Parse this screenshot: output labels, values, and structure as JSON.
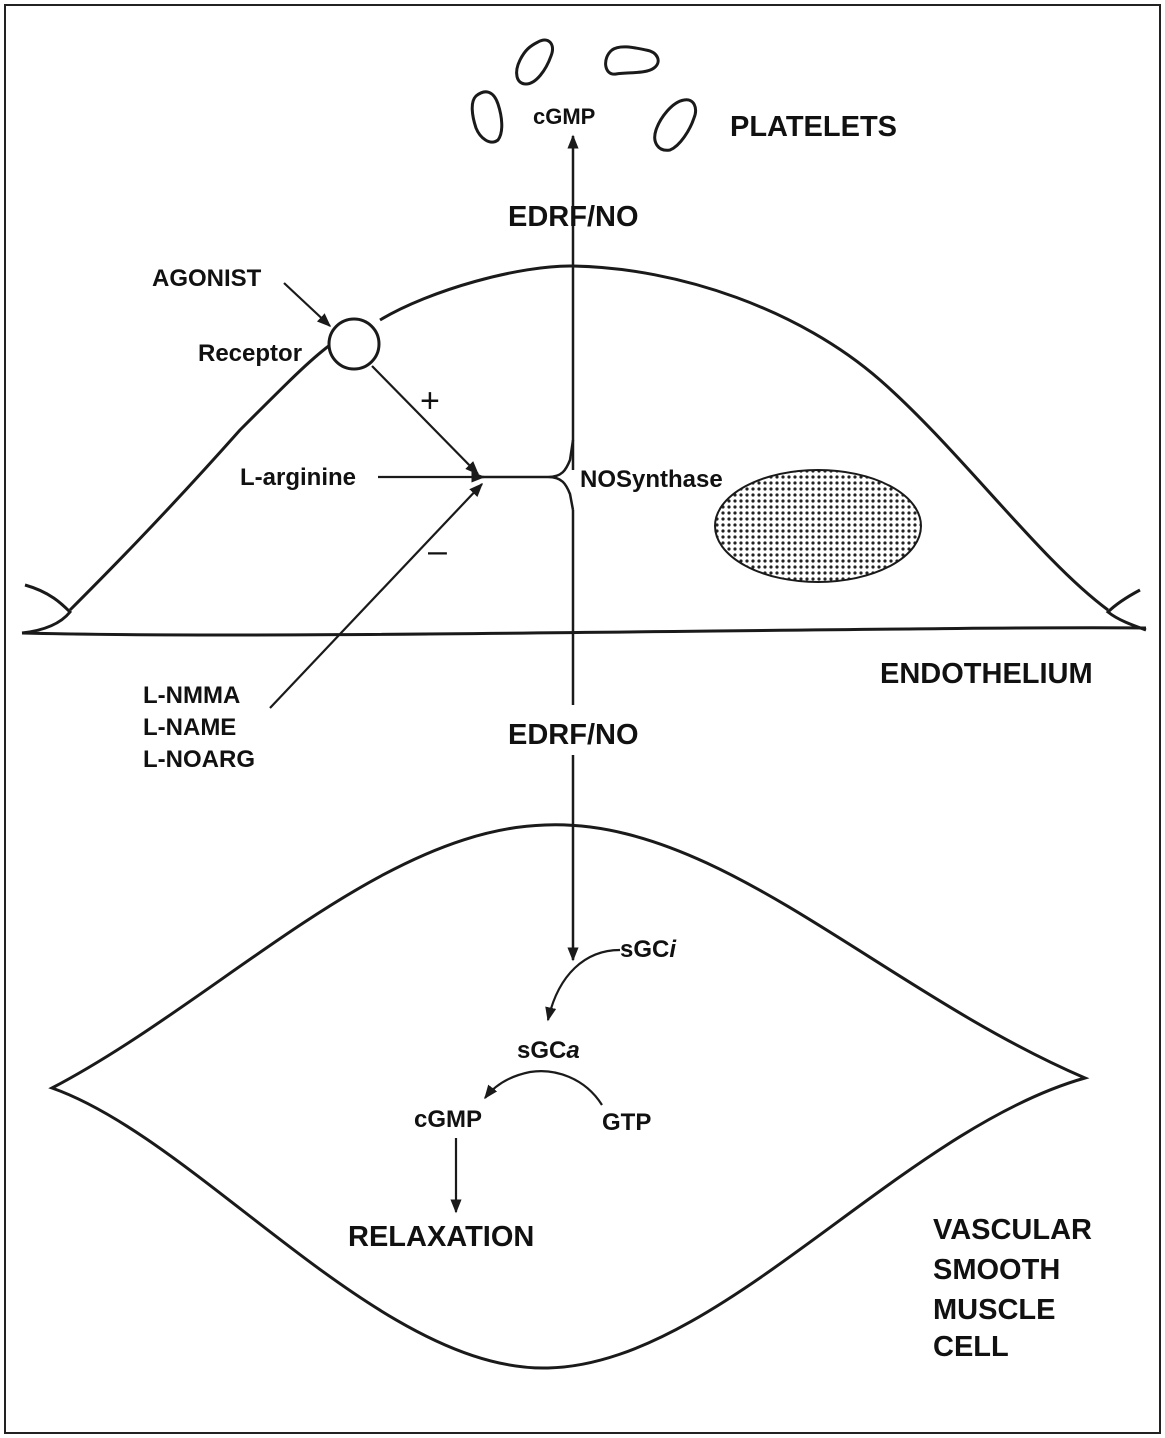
{
  "labels": {
    "cgmp_top": "cGMP",
    "platelets": "PLATELETS",
    "edrf_top": "EDRF/NO",
    "agonist": "AGONIST",
    "receptor": "Receptor",
    "plus": "+",
    "minus": "–",
    "l_arginine": "L-arginine",
    "nosynthase": "NOSynthase",
    "endothelium": "ENDOTHELIUM",
    "inhibitors": [
      "L-NMMA",
      "L-NAME",
      "L-NOARG"
    ],
    "edrf_bottom": "EDRF/NO",
    "sgci_base": "sGC",
    "sgci_suffix": "i",
    "sgca_base": "sGC",
    "sgca_suffix": "a",
    "cgmp_bottom": "cGMP",
    "gtp": "GTP",
    "relaxation": "RELAXATION",
    "vsmc": [
      "VASCULAR",
      "SMOOTH",
      "MUSCLE",
      "CELL"
    ]
  }
}
